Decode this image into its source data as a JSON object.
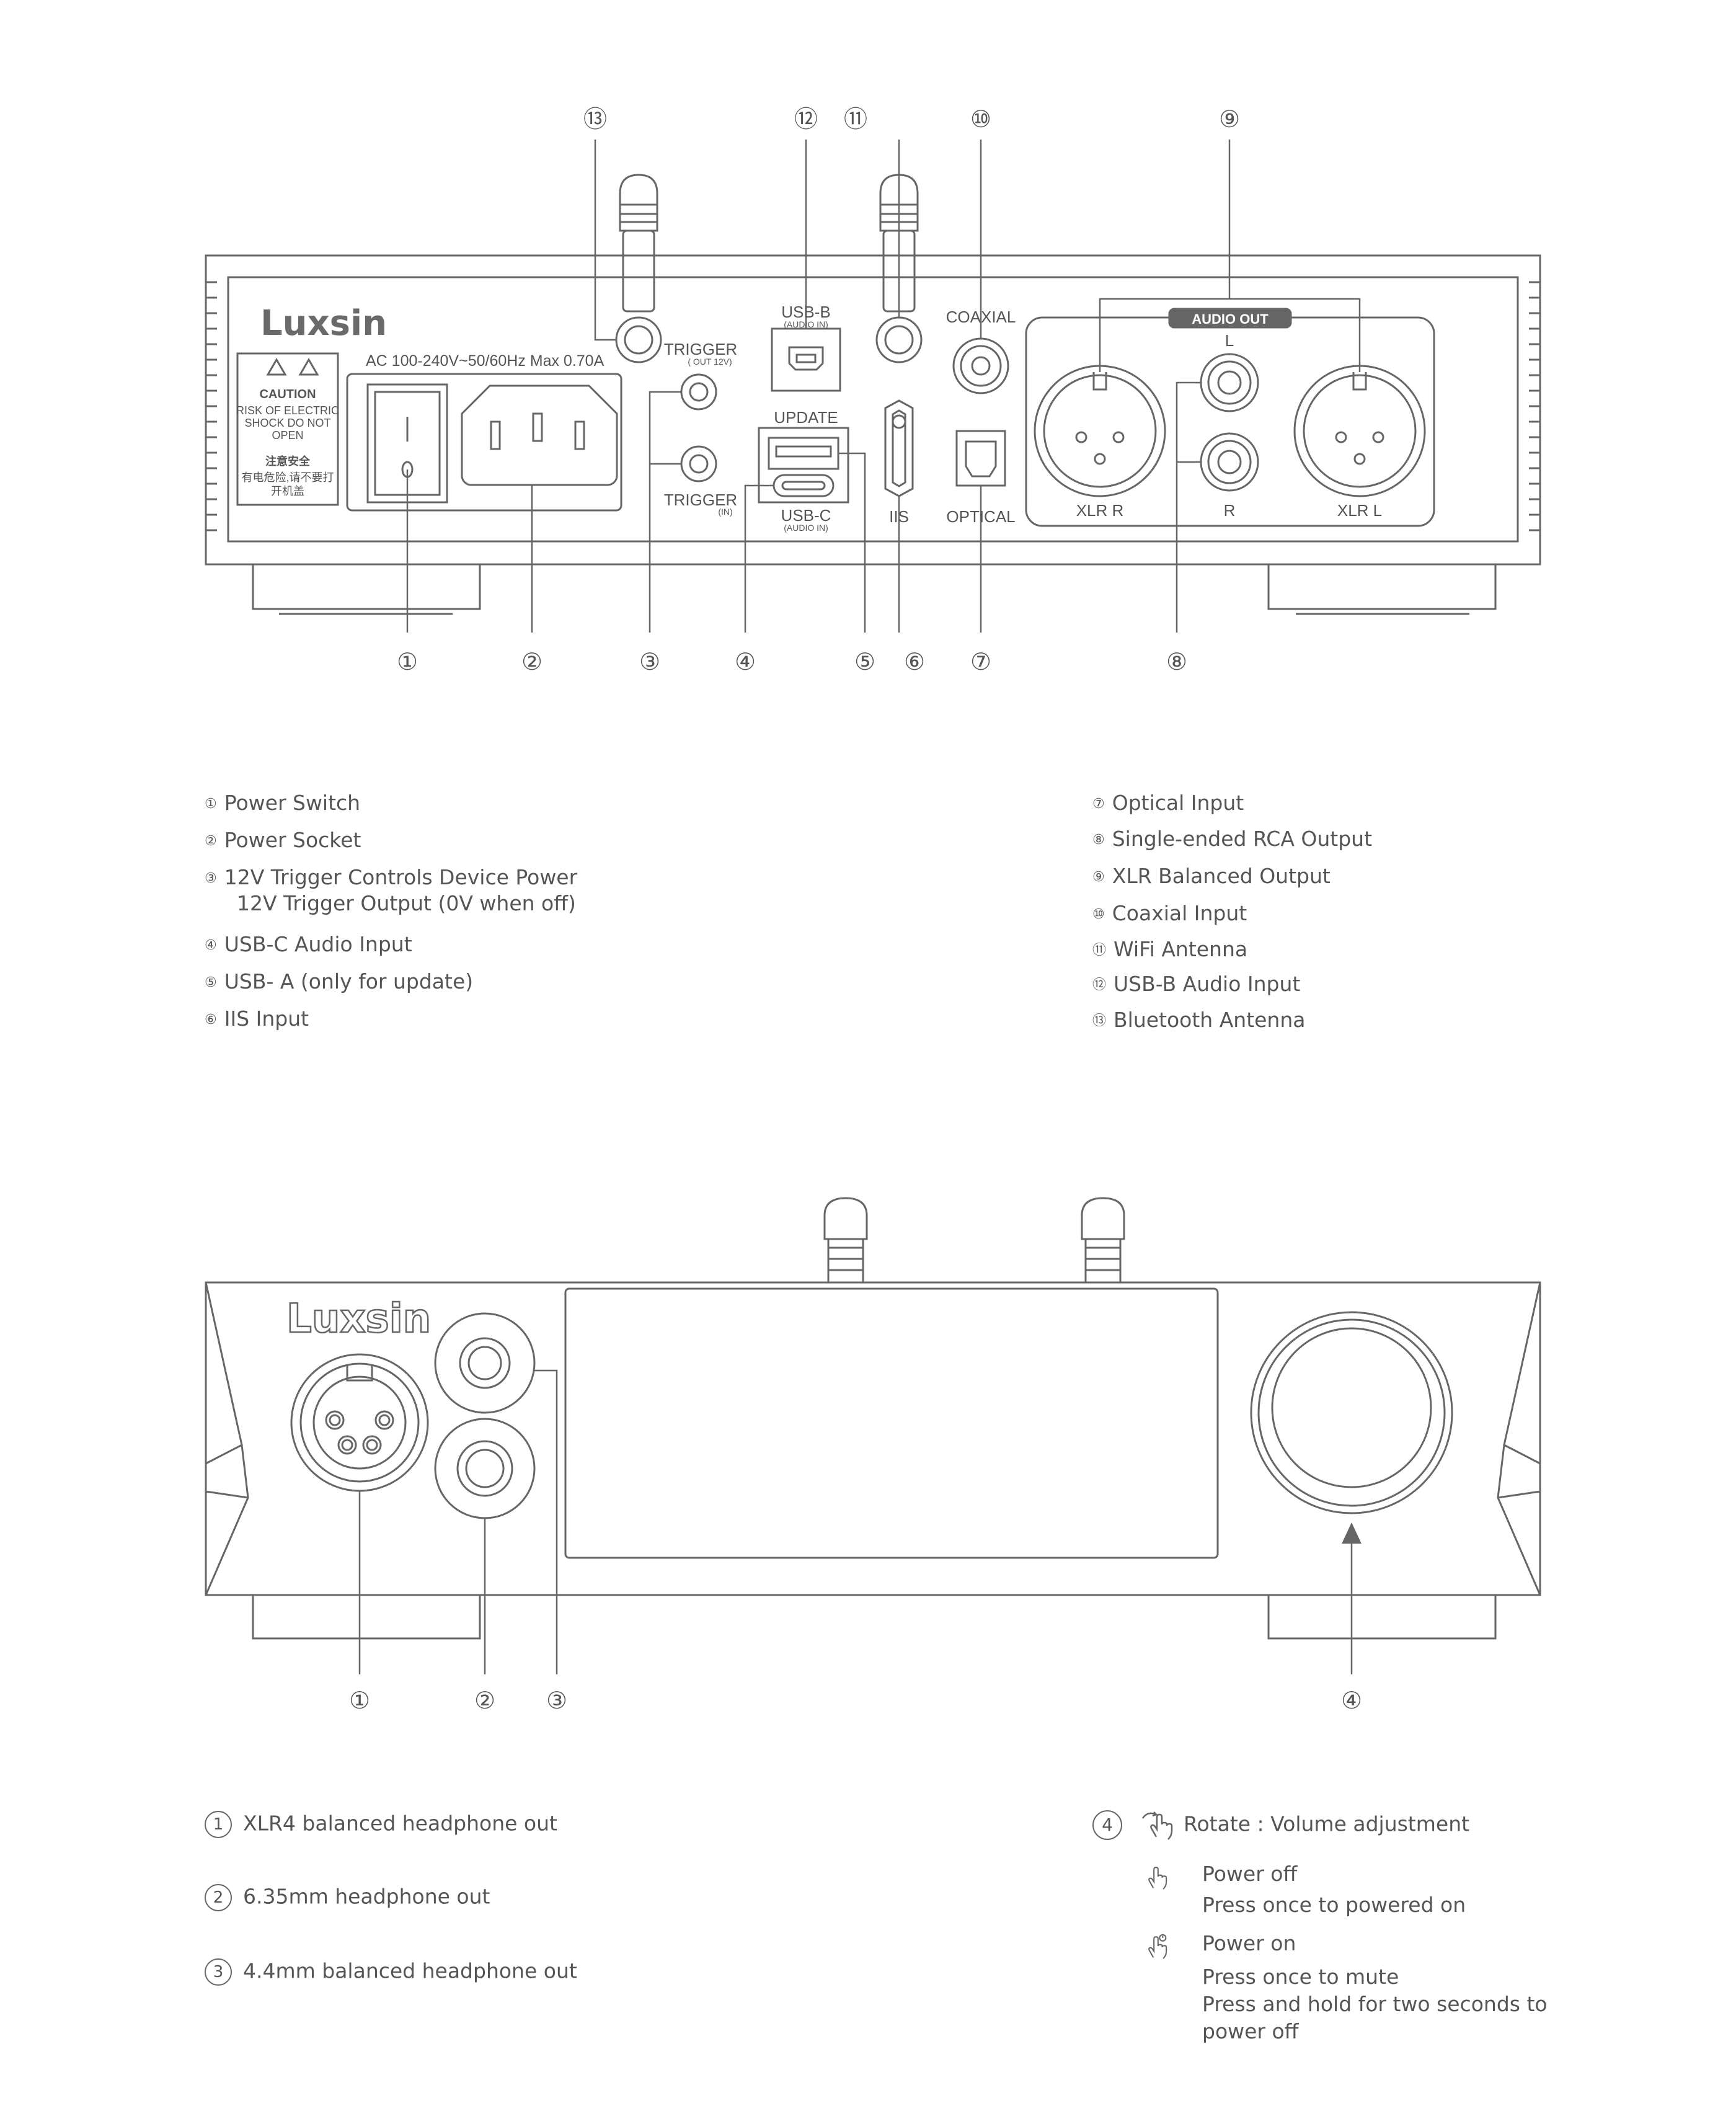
{
  "rear_panel": {
    "brand": "Luxsin",
    "power_rating": "AC 100-240V~50/60Hz Max 0.70A",
    "caution": {
      "title": "CAUTION",
      "lines": [
        "RISK OF ELECTRIC",
        "SHOCK DO NOT",
        "OPEN"
      ],
      "cn_title": "注意安全",
      "cn_lines": [
        "有电危险,请不要打",
        "开机盖"
      ]
    },
    "trigger_out": "TRIGGER",
    "trigger_out_sub": "( OUT 12V)",
    "trigger_in": "TRIGGER",
    "trigger_in_sub": "(IN)",
    "usb_b": "USB-B",
    "usb_b_sub": "(AUDIO IN)",
    "update": "UPDATE",
    "usb_c": "USB-C",
    "usb_c_sub": "(AUDIO IN)",
    "iis": "IIS",
    "coaxial": "COAXIAL",
    "optical": "OPTICAL",
    "audio_out": "AUDIO OUT",
    "l": "L",
    "r": "R",
    "xlr_r": "XLR R",
    "xlr_l": "XLR L",
    "callouts": [
      "①",
      "②",
      "③",
      "④",
      "⑤",
      "⑥",
      "⑦",
      "⑧",
      "⑨",
      "⑩",
      "⑪",
      "⑫",
      "⑬"
    ]
  },
  "rear_legend_left": [
    {
      "num": "①",
      "text": "Power Switch"
    },
    {
      "num": "②",
      "text": "Power Socket"
    },
    {
      "num": "③",
      "text": "12V Trigger Controls Device Power",
      "sub": "12V Trigger Output (0V when off)"
    },
    {
      "num": "④",
      "text": "USB-C Audio Input"
    },
    {
      "num": "⑤",
      "text": "USB- A (only for update)"
    },
    {
      "num": "⑥",
      "text": "IIS Input"
    }
  ],
  "rear_legend_right": [
    {
      "num": "⑦",
      "text": "Optical Input"
    },
    {
      "num": "⑧",
      "text": "Single-ended RCA Output"
    },
    {
      "num": "⑨",
      "text": "XLR Balanced Output"
    },
    {
      "num": "⑩",
      "text": "Coaxial Input"
    },
    {
      "num": "⑪",
      "text": "WiFi Antenna"
    },
    {
      "num": "⑫",
      "text": "USB-B Audio Input"
    },
    {
      "num": "⑬",
      "text": "Bluetooth Antenna"
    }
  ],
  "front_panel": {
    "brand": "Luxsin",
    "callouts": [
      "①",
      "②",
      "③",
      "④"
    ]
  },
  "front_legend_left": [
    {
      "num": "1",
      "text": "XLR4 balanced headphone out"
    },
    {
      "num": "2",
      "text": "6.35mm headphone out"
    },
    {
      "num": "3",
      "text": "4.4mm balanced headphone out"
    }
  ],
  "front_legend_right": {
    "num": "4",
    "rotate": "Rotate : Volume adjustment",
    "power_off_title": "Power off",
    "power_off_desc": "Press once to powered on",
    "power_on_title": "Power on",
    "power_on_desc1": "Press once to mute",
    "power_on_desc2": "Press and hold for two seconds to",
    "power_on_desc3": "power off"
  },
  "icons": [
    "rotate-hand-icon",
    "press-hand-icon",
    "press-hand-power-icon"
  ]
}
